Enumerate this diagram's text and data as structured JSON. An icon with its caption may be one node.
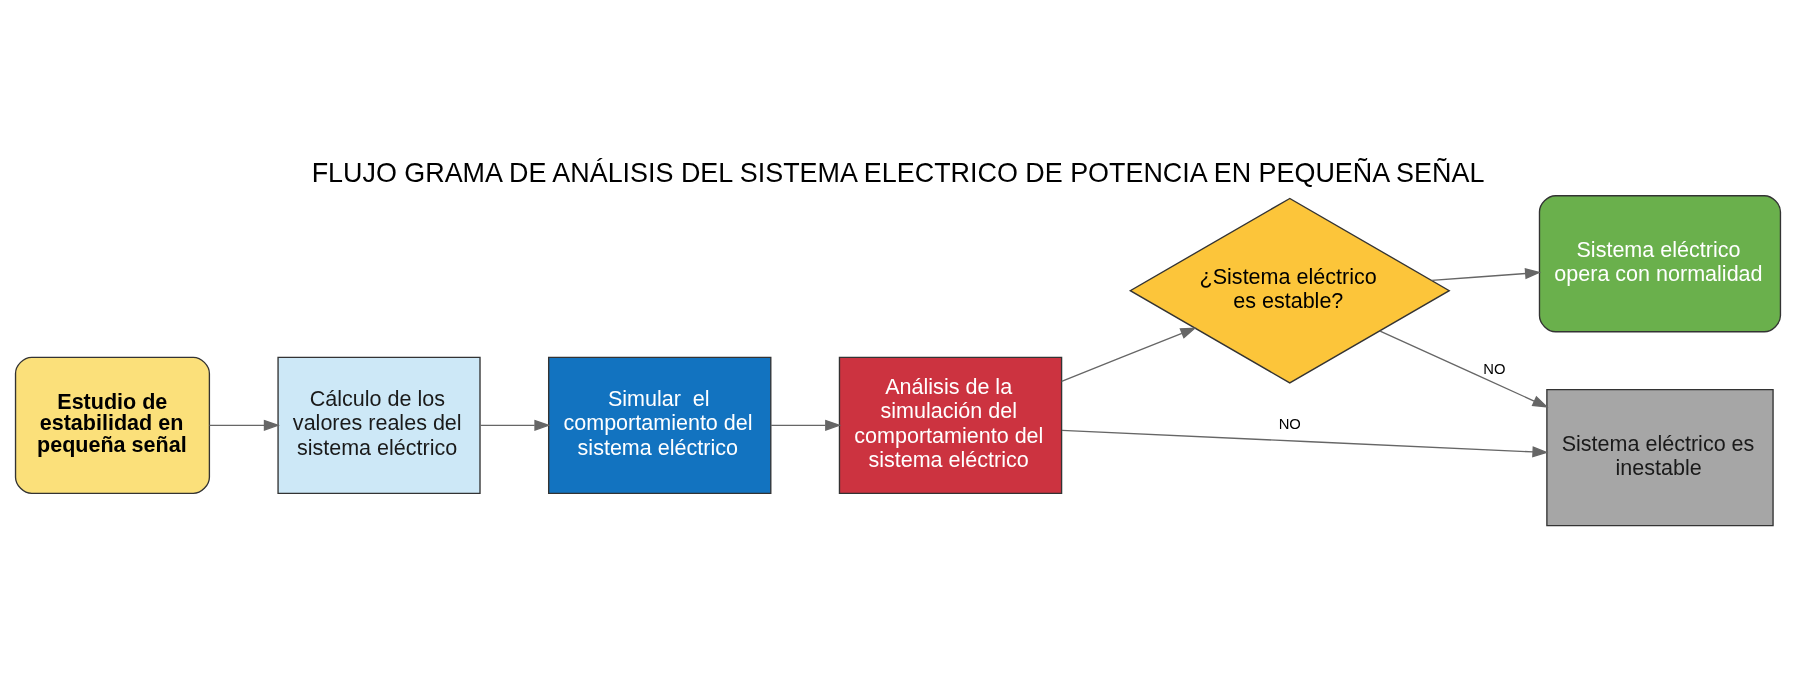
{
  "diagram": {
    "title": "FLUJO GRAMA DE ANÁLISIS DEL SISTEMA ELECTRICO DE POTENCIA EN PEQUEÑA SEÑAL",
    "nodes": [
      {
        "text": [
          "Estudio de estabilidad en pequeña señal"
        ]
      },
      {
        "text": [
          "Cálculo de los valores reales del sistema eléctrico"
        ]
      },
      {
        "text": [
          "Simular  el comportamiento del sistema eléctrico"
        ]
      },
      {
        "text": [
          "Análisis de la simulación del comportamiento del sistema eléctrico"
        ]
      },
      {
        "text": [
          "¿Sistema eléctrico es estable?"
        ]
      },
      {
        "text": [
          "Sistema eléctrico opera con normalidad"
        ]
      },
      {
        "text": [
          "Sistema eléctrico es inestable"
        ]
      }
    ],
    "edges": [
      {
        "from": 0,
        "to": 1,
        "arrow": "to"
      },
      {
        "from": 1,
        "to": 2,
        "arrow": "to"
      },
      {
        "from": 2,
        "to": 3,
        "arrow": "to"
      },
      {
        "from": 3,
        "to": 4,
        "arrow": "to"
      },
      {
        "from": 4,
        "to": 5,
        "arrow": "to"
      },
      {
        "from": 3,
        "to": 6,
        "arrow": "to",
        "label": "NO"
      },
      {
        "from": 4,
        "to": 6,
        "arrow": "to",
        "label": "NO"
      }
    ]
  }
}
